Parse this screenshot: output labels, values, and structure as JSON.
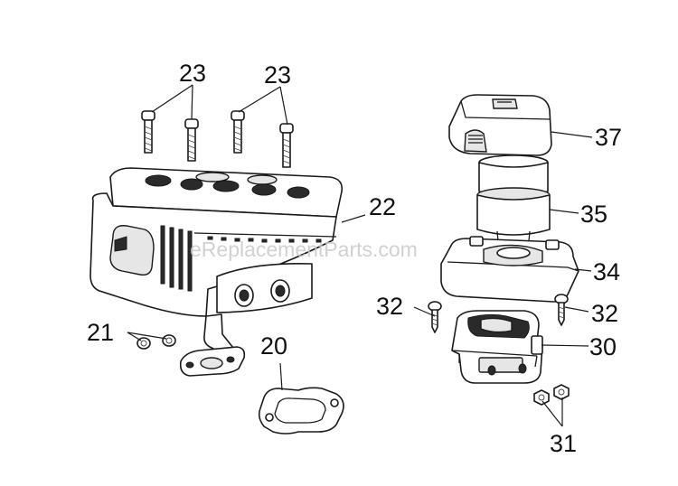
{
  "watermark": "eReplacementParts.com",
  "callouts": {
    "p20": "20",
    "p21": "21",
    "p22": "22",
    "p23a": "23",
    "p23b": "23",
    "p30": "30",
    "p31": "31",
    "p32a": "32",
    "p32b": "32",
    "p34": "34",
    "p35": "35",
    "p37": "37"
  },
  "colors": {
    "line": "#1a1a1a",
    "background": "#ffffff",
    "watermark": "#c9c9c9"
  }
}
